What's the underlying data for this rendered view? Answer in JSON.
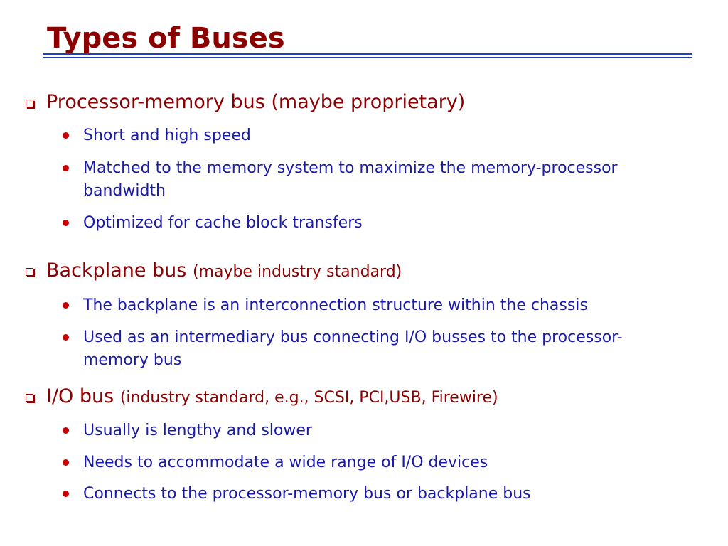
{
  "slide": {
    "title": "Types of Buses",
    "sections": [
      {
        "heading": "Processor-memory bus (maybe proprietary)",
        "note": "",
        "bullets": [
          "Short and high speed",
          "Matched to the memory system to maximize the memory-processor bandwidth",
          "Optimized for cache block transfers"
        ]
      },
      {
        "heading": "Backplane bus",
        "note": "(maybe industry standard)",
        "bullets": [
          "The backplane is an interconnection structure within the chassis",
          "Used as an intermediary bus connecting I/O busses to the processor-memory bus"
        ]
      },
      {
        "heading": "I/O bus",
        "note": "(industry standard, e.g., SCSI, PCI,USB, Firewire)",
        "bullets": [
          "Usually is lengthy and slower",
          "Needs to accommodate a wide range of I/O devices",
          "Connects to the processor-memory bus or backplane bus"
        ]
      }
    ],
    "colors": {
      "title": "#8b0000",
      "heading": "#8b0000",
      "bullet_text": "#1a1aa8",
      "bullet_dot": "#c80000",
      "rule": "#1f3fbf"
    },
    "icons": {
      "section_marker": "square-bullet-icon",
      "item_marker": "round-bullet-icon"
    }
  }
}
